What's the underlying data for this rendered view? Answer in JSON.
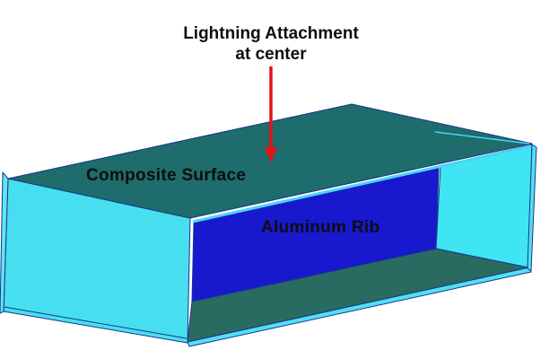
{
  "annotation": {
    "line1": "Lightning Attachment",
    "line2": "at center"
  },
  "labels": {
    "composite_surface": "Composite Surface",
    "aluminum_rib": "Aluminum Rib"
  },
  "colors": {
    "background": "#ffffff",
    "text": "#0e0e0e",
    "top_surface": "#1e6c6c",
    "interior_floor": "#296b61",
    "front_skin": "#47dfef",
    "end_wall": "#40e5f3",
    "edge_strip": "#52e0ef",
    "left_edge_sliver": "#62e4f0",
    "rib": "#1818cf",
    "outline": "#19368f",
    "edge_highlight": "#49d4f0",
    "arrow": "#e41317"
  }
}
